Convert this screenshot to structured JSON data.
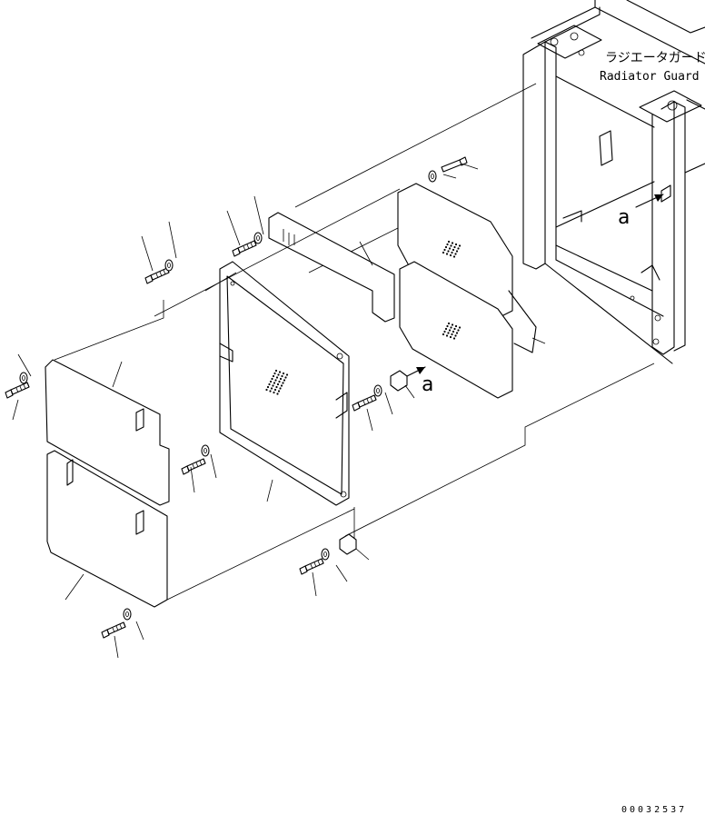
{
  "labels": {
    "title_jp": "ラジエータガード",
    "title_en": "Radiator Guard",
    "ref_a_upper": "a",
    "ref_a_lower": "a",
    "code": "00032537"
  },
  "icons": [
    "bolt-icon",
    "washer-icon",
    "clip-nut-icon",
    "direction-arrow-icon"
  ]
}
